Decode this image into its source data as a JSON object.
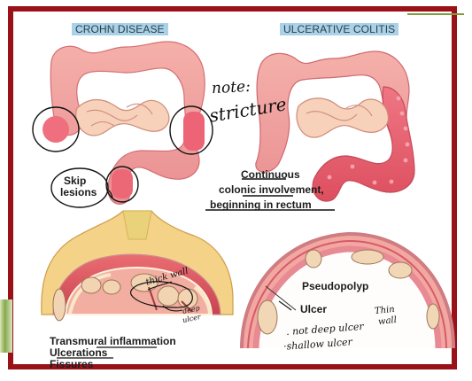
{
  "left_panel": {
    "title": "CROHN DISEASE",
    "skip_label_line1": "Skip",
    "skip_label_line2": "lesions",
    "transmural": "Transmural inflammation",
    "ulcerations": "Ulcerations",
    "fissures": "Fissures"
  },
  "right_panel": {
    "title": "ULCERATIVE COLITIS",
    "continuous_line1": "Continuous",
    "continuous_line2": "colonic involvement,",
    "continuous_line3": "beginning in rectum",
    "pseudopolyp": "Pseudopolyp",
    "ulcer": "Ulcer"
  },
  "annotations": {
    "note": "note:",
    "stricture": "stricture",
    "thick_wall": "thick wall",
    "deep_ulcer_1": "deep",
    "deep_ulcer_2": "ulcer",
    "thin_wall_1": "Thin",
    "thin_wall_2": "wall",
    "not_deep_ulcer": ". not deep ulcer",
    "shallow_ulcer": "·shallow ulcer"
  },
  "colors": {
    "frame": "#9b1118",
    "accent": "#809d3d",
    "colon_light": "#f2a0a0",
    "colon_inflamed": "#ea6470",
    "fat": "#f3d28b",
    "label_bg": "#a9d1e7"
  }
}
